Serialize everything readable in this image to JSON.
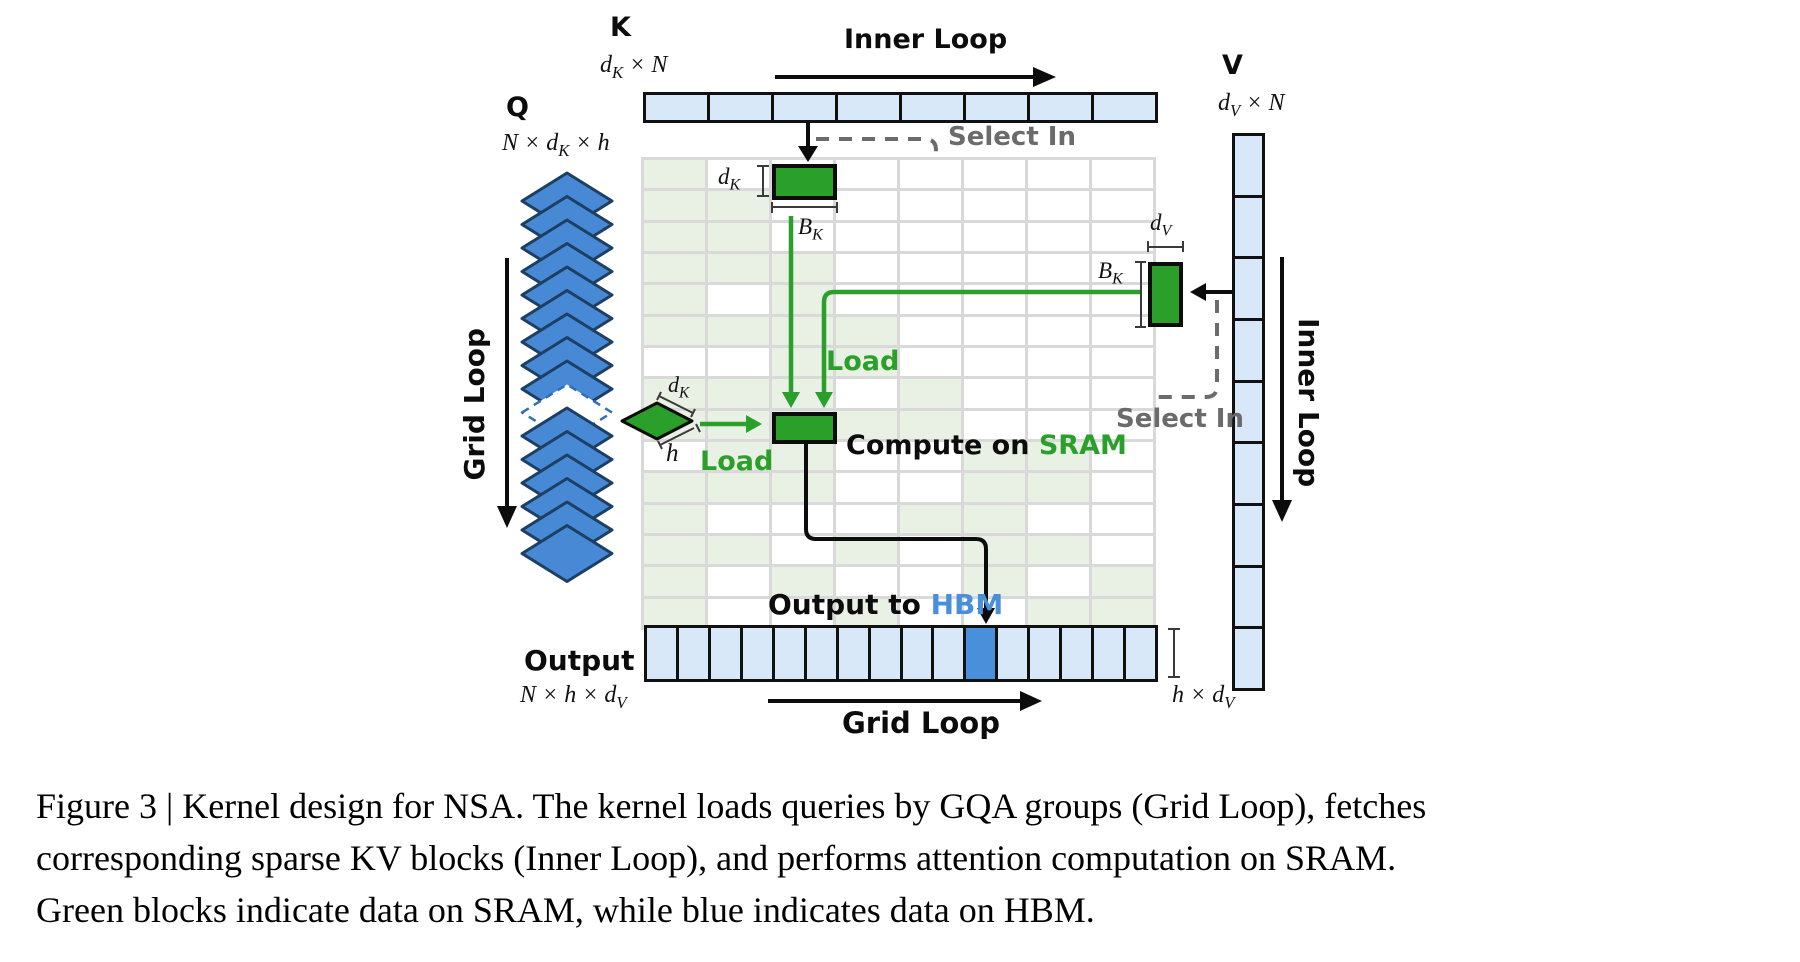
{
  "figure": {
    "k": {
      "label": "K",
      "dims": "d<sub>K</sub> × N"
    },
    "q": {
      "label": "Q",
      "dims": "N × d<sub>K</sub> × h"
    },
    "v": {
      "label": "V",
      "dims": "d<sub>V</sub> × N"
    },
    "inner_loop_top": "Inner Loop",
    "inner_loop_right": "Inner Loop",
    "grid_loop_left": "Grid Loop",
    "grid_loop_bottom": "Grid Loop",
    "select_in_top": "Select In",
    "select_in_right": "Select In",
    "load_top": "Load",
    "load_bottom": "Load",
    "compute_label": {
      "black": "Compute on ",
      "green": "SRAM"
    },
    "output_to": {
      "black": "Output to ",
      "blue": "HBM"
    },
    "output": {
      "label": "Output",
      "dims": "N × h × d<sub>V</sub>",
      "right_dims": "h × d<sub>V</sub>"
    },
    "annotations": {
      "dk_k_block": "d<sub>K</sub>",
      "bk_k_block": "B<sub>K</sub>",
      "dk_q_slice": "d<sub>K</sub>",
      "h_q_slice": "h",
      "dv_v_block": "d<sub>V</sub>",
      "bk_v_block": "B<sub>K</sub>"
    },
    "k_row": {
      "cells": 8
    },
    "v_col": {
      "cells": 9
    },
    "output_row": {
      "cells": 16,
      "highlight_index": 10
    },
    "grid": {
      "cols": 8,
      "rows": 15,
      "pattern": [
        "10000000",
        "11000000",
        "11000000",
        "11100000",
        "10100000",
        "11110000",
        "00110000",
        "11101000",
        "11111000",
        "01100110",
        "11100110",
        "10001100",
        "11010110",
        "10100101",
        "10010011"
      ]
    },
    "q_stack": {
      "count": 16,
      "ghost_index": 9
    },
    "colors": {
      "cell_blue": "#d9e8f8",
      "hbm_blue": "#4a8fd9",
      "sram_green": "#2aa02a",
      "pale_green": "#e8f1e4",
      "diamond_fill": "#4789d4",
      "diamond_stroke": "#1d3f63",
      "gray_select": "#6b6b6b",
      "grid_line": "#d9d9d9"
    }
  },
  "caption": {
    "lines": [
      "Figure 3 | Kernel design for NSA. The kernel loads queries by GQA groups (Grid Loop), fetches",
      "corresponding sparse KV blocks (Inner Loop), and performs attention computation on SRAM.",
      "Green blocks indicate data on SRAM, while blue indicates data on HBM."
    ]
  }
}
